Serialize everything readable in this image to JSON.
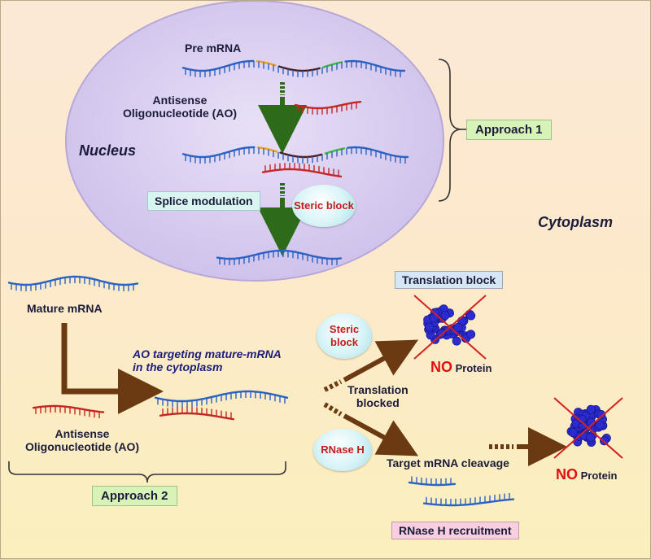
{
  "labels": {
    "pre_mrna": "Pre mRNA",
    "antisense_1a": "Antisense",
    "antisense_1b": "Oligonucleotide (AO)",
    "nucleus": "Nucleus",
    "approach1": "Approach 1",
    "splice_modulation": "Splice modulation",
    "steric_block_1": "Steric block",
    "cytoplasm": "Cytoplasm",
    "mature_mrna": "Mature mRNA",
    "ao_targeting_a": "AO targeting mature-mRNA",
    "ao_targeting_b": "in the cytoplasm",
    "antisense_2a": "Antisense",
    "antisense_2b": "Oligonucleotide (AO)",
    "approach2": "Approach 2",
    "steric_block_2": "Steric block",
    "translation_blocked_a": "Translation",
    "translation_blocked_b": "blocked",
    "translation_block": "Translation block",
    "no_1": "NO",
    "protein_1": "Protein",
    "rnase_h": "RNase H",
    "target_cleavage": "Target mRNA cleavage",
    "no_2": "NO",
    "protein_2": "Protein",
    "rnase_h_recruitment": "RNase H recruitment"
  },
  "colors": {
    "mrna_strand": "#2a62c4",
    "ao_strand": "#c42626",
    "exon_boundary_orange": "#f0a020",
    "exon_boundary_green": "#3cb83c",
    "intron_dark": "#4a1c1c",
    "arrow_green": "#2d6a1a",
    "arrow_brown": "#6b3a12",
    "nucleus_fill": "#dcd0f0",
    "protein_blue": "#2b2bd1",
    "cross_red": "#d42020",
    "approach_box": "#d8f3b8",
    "translation_box": "#d6e6f6",
    "recruitment_box": "#f7cfe0",
    "splice_box": "#d9f5f0"
  }
}
